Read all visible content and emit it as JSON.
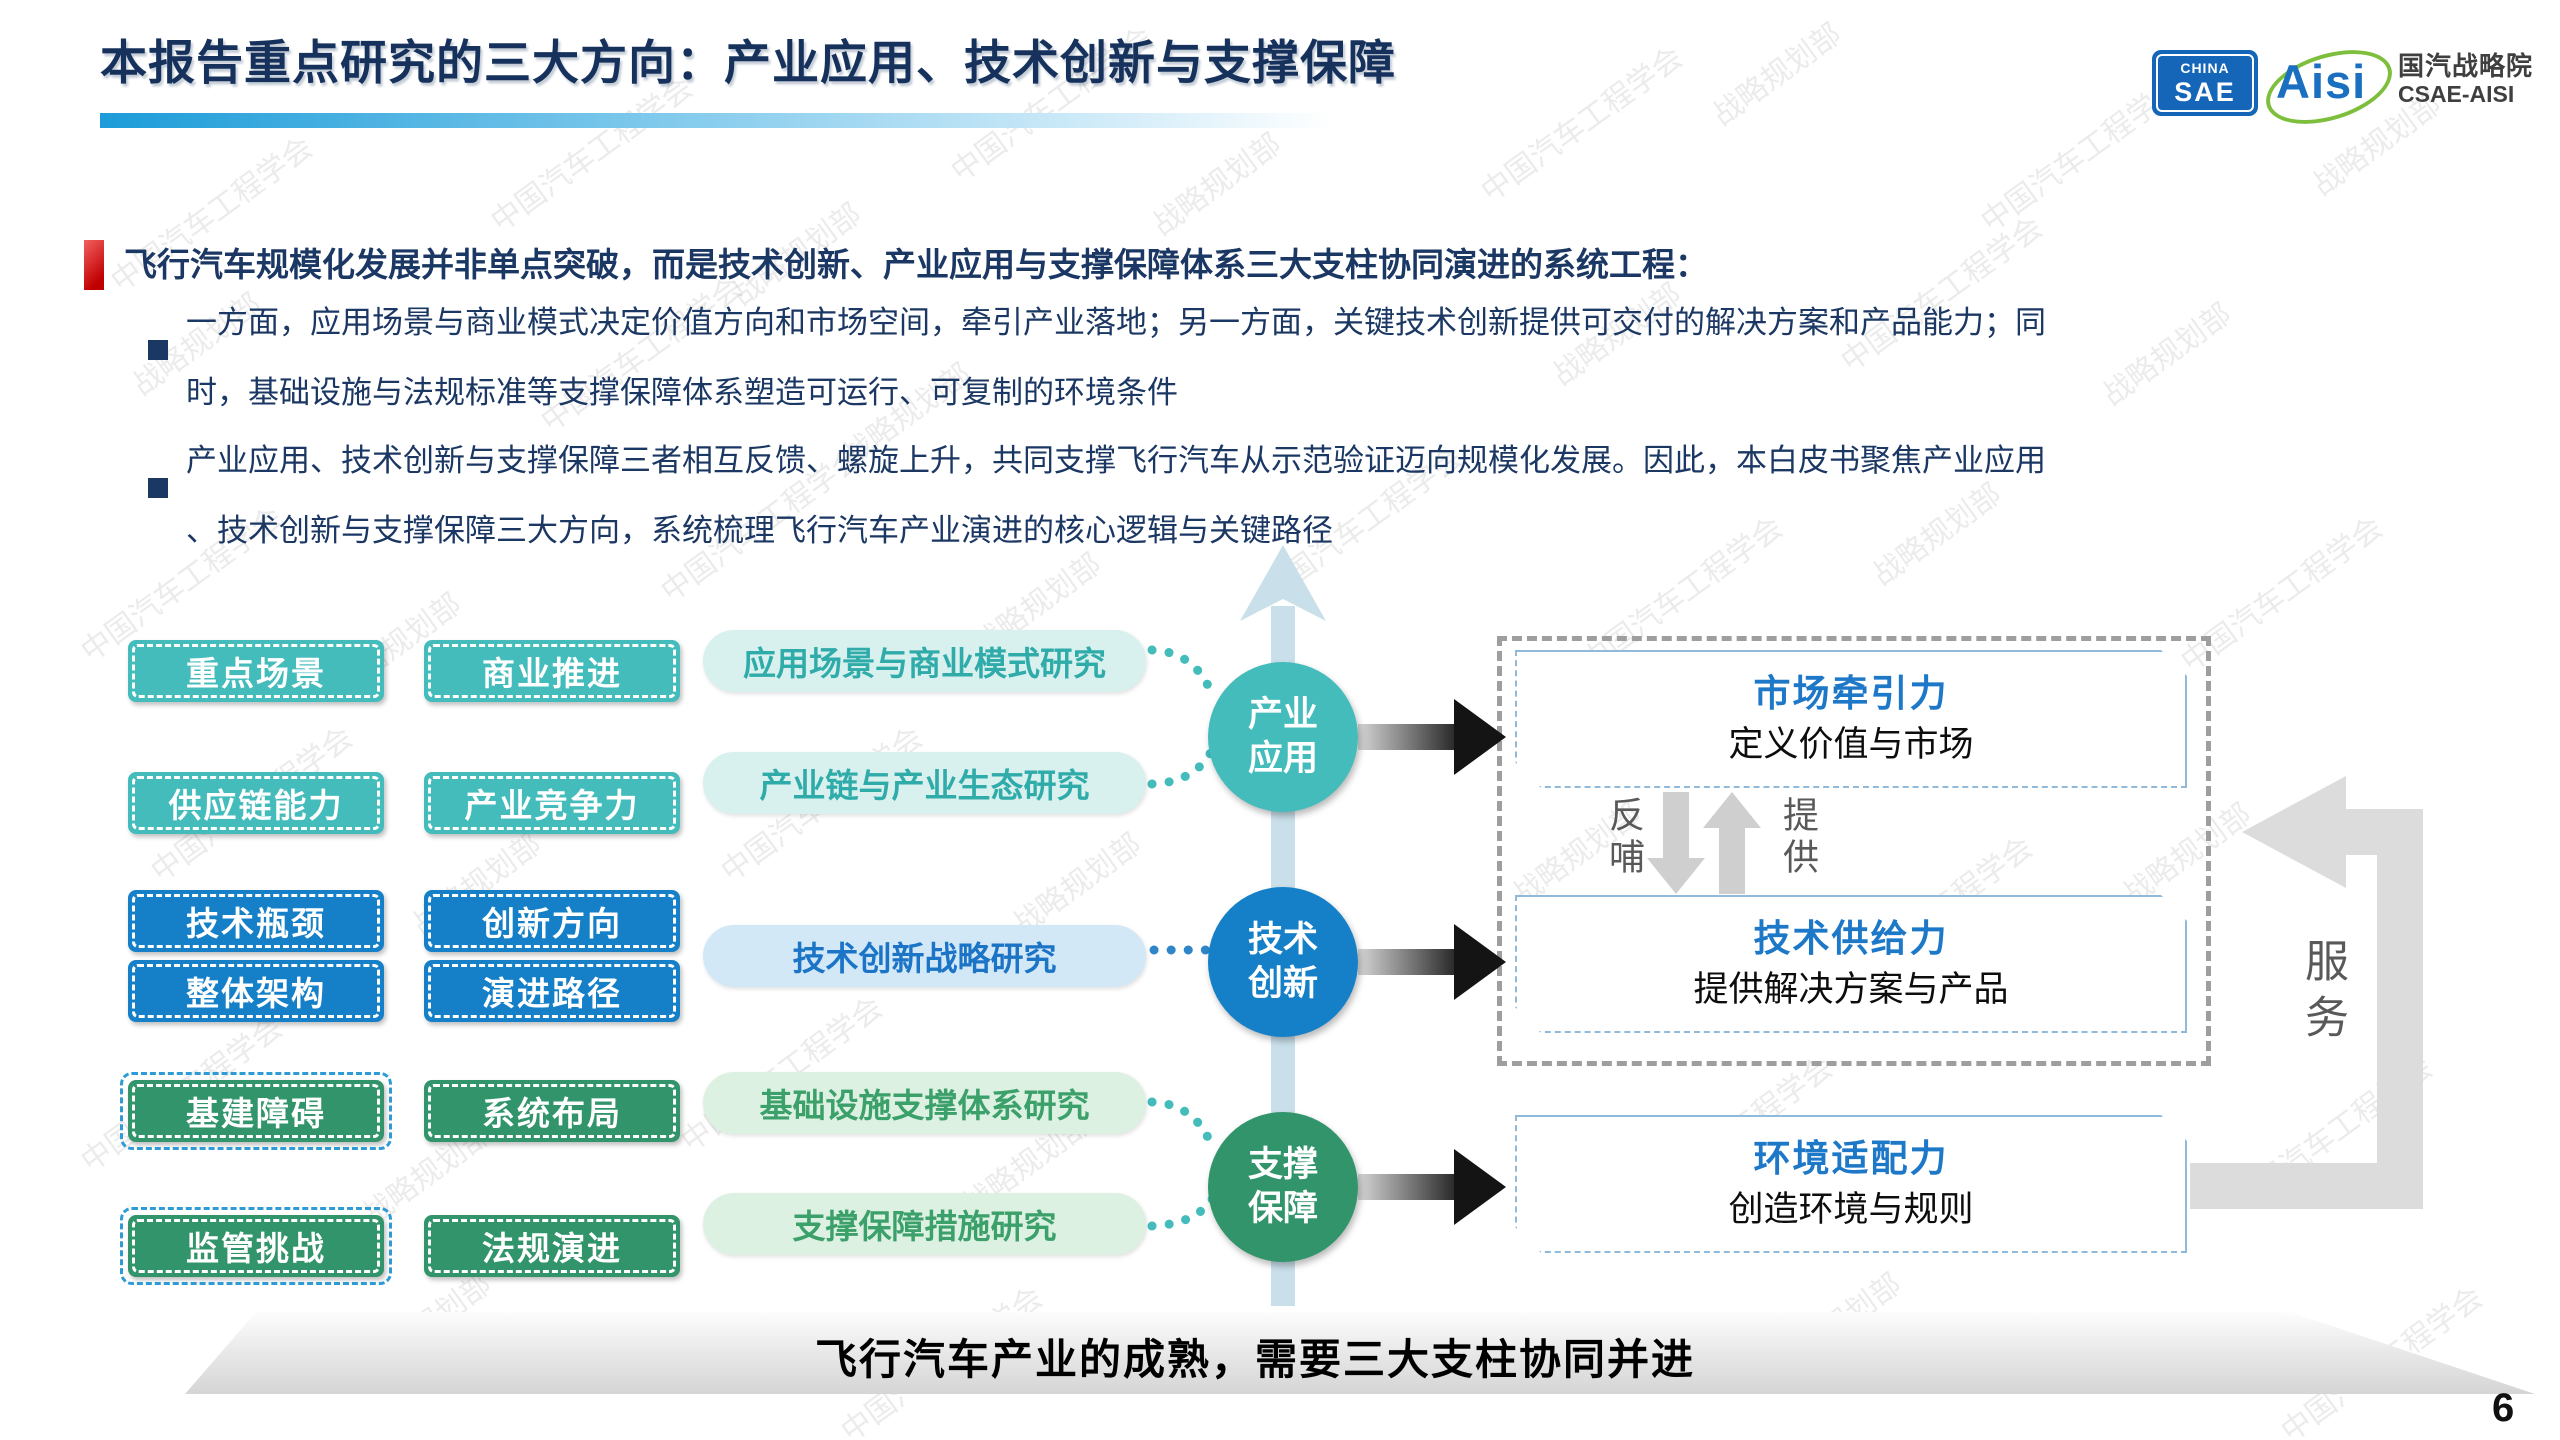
{
  "slide": {
    "title": "本报告重点研究的三大方向：产业应用、技术创新与支撑保障",
    "footer_banner": "飞行汽车产业的成熟，需要三大支柱协同并进",
    "page_number": "6"
  },
  "logos": {
    "sae_line1": "CHINA",
    "sae_line2": "SAE",
    "aisi_text": "Aisi",
    "org_cn": "国汽战略院",
    "org_en": "CSAE-AISI"
  },
  "bullets": {
    "lead": "飞行汽车规模化发展并非单点突破，而是技术创新、产业应用与支撑保障体系三大支柱协同演进的系统工程：",
    "items": [
      {
        "text": "一方面，应用场景与商业模式决定价值方向和市场空间，牵引产业落地；另一方面，关键技术创新提供可交付的解决方案和产品能力；同\n时，基础设施与法规标准等支撑保障体系塑造可运行、可复制的环境条件"
      },
      {
        "text": "产业应用、技术创新与支撑保障三者相互反馈、螺旋上升，共同支撑飞行汽车从示范验证迈向规模化发展。因此，本白皮书聚焦产业应用\n、技术创新与支撑保障三大方向，系统梳理飞行汽车产业演进的核心逻辑与关键路径"
      }
    ]
  },
  "diagram": {
    "left_boxes": [
      {
        "label": "重点场景",
        "color": "teal"
      },
      {
        "label": "商业推进",
        "color": "teal"
      },
      {
        "label": "供应链能力",
        "color": "teal"
      },
      {
        "label": "产业竞争力",
        "color": "teal"
      },
      {
        "label": "技术瓶颈",
        "color": "blue"
      },
      {
        "label": "创新方向",
        "color": "blue"
      },
      {
        "label": "整体架构",
        "color": "blue"
      },
      {
        "label": "演进路径",
        "color": "blue"
      },
      {
        "label": "基建障碍",
        "color": "green",
        "outline": true
      },
      {
        "label": "系统布局",
        "color": "green"
      },
      {
        "label": "监管挑战",
        "color": "green",
        "outline": true
      },
      {
        "label": "法规演进",
        "color": "green"
      }
    ],
    "pills": [
      {
        "label": "应用场景与商业模式研究",
        "theme": "teal"
      },
      {
        "label": "产业链与产业生态研究",
        "theme": "teal"
      },
      {
        "label": "技术创新战略研究",
        "theme": "blue"
      },
      {
        "label": "基础设施支撑体系研究",
        "theme": "green"
      },
      {
        "label": "支撑保障措施研究",
        "theme": "green"
      }
    ],
    "circles": [
      {
        "label": "产业\n应用",
        "theme": "teal"
      },
      {
        "label": "技术\n创新",
        "theme": "blue"
      },
      {
        "label": "支撑\n保障",
        "theme": "green"
      }
    ],
    "right_boxes": [
      {
        "title": "市场牵引力",
        "desc": "定义价值与市场"
      },
      {
        "title": "技术供给力",
        "desc": "提供解决方案与产品"
      },
      {
        "title": "环境适配力",
        "desc": "创造环境与规则"
      }
    ],
    "feedback_down_label": "反哺",
    "feedback_up_label": "提供",
    "service_label": "服务"
  },
  "watermarks": [
    "中国汽车工程学会",
    "战略规划部"
  ],
  "colors": {
    "navy_text": "#1B3763",
    "teal": "#44BCBB",
    "blue": "#1580C8",
    "green": "#31946A",
    "right_title_blue": "#1E78C8",
    "underline_blue": "#1C9CD8",
    "gray_dash": "#9E9E9E"
  }
}
